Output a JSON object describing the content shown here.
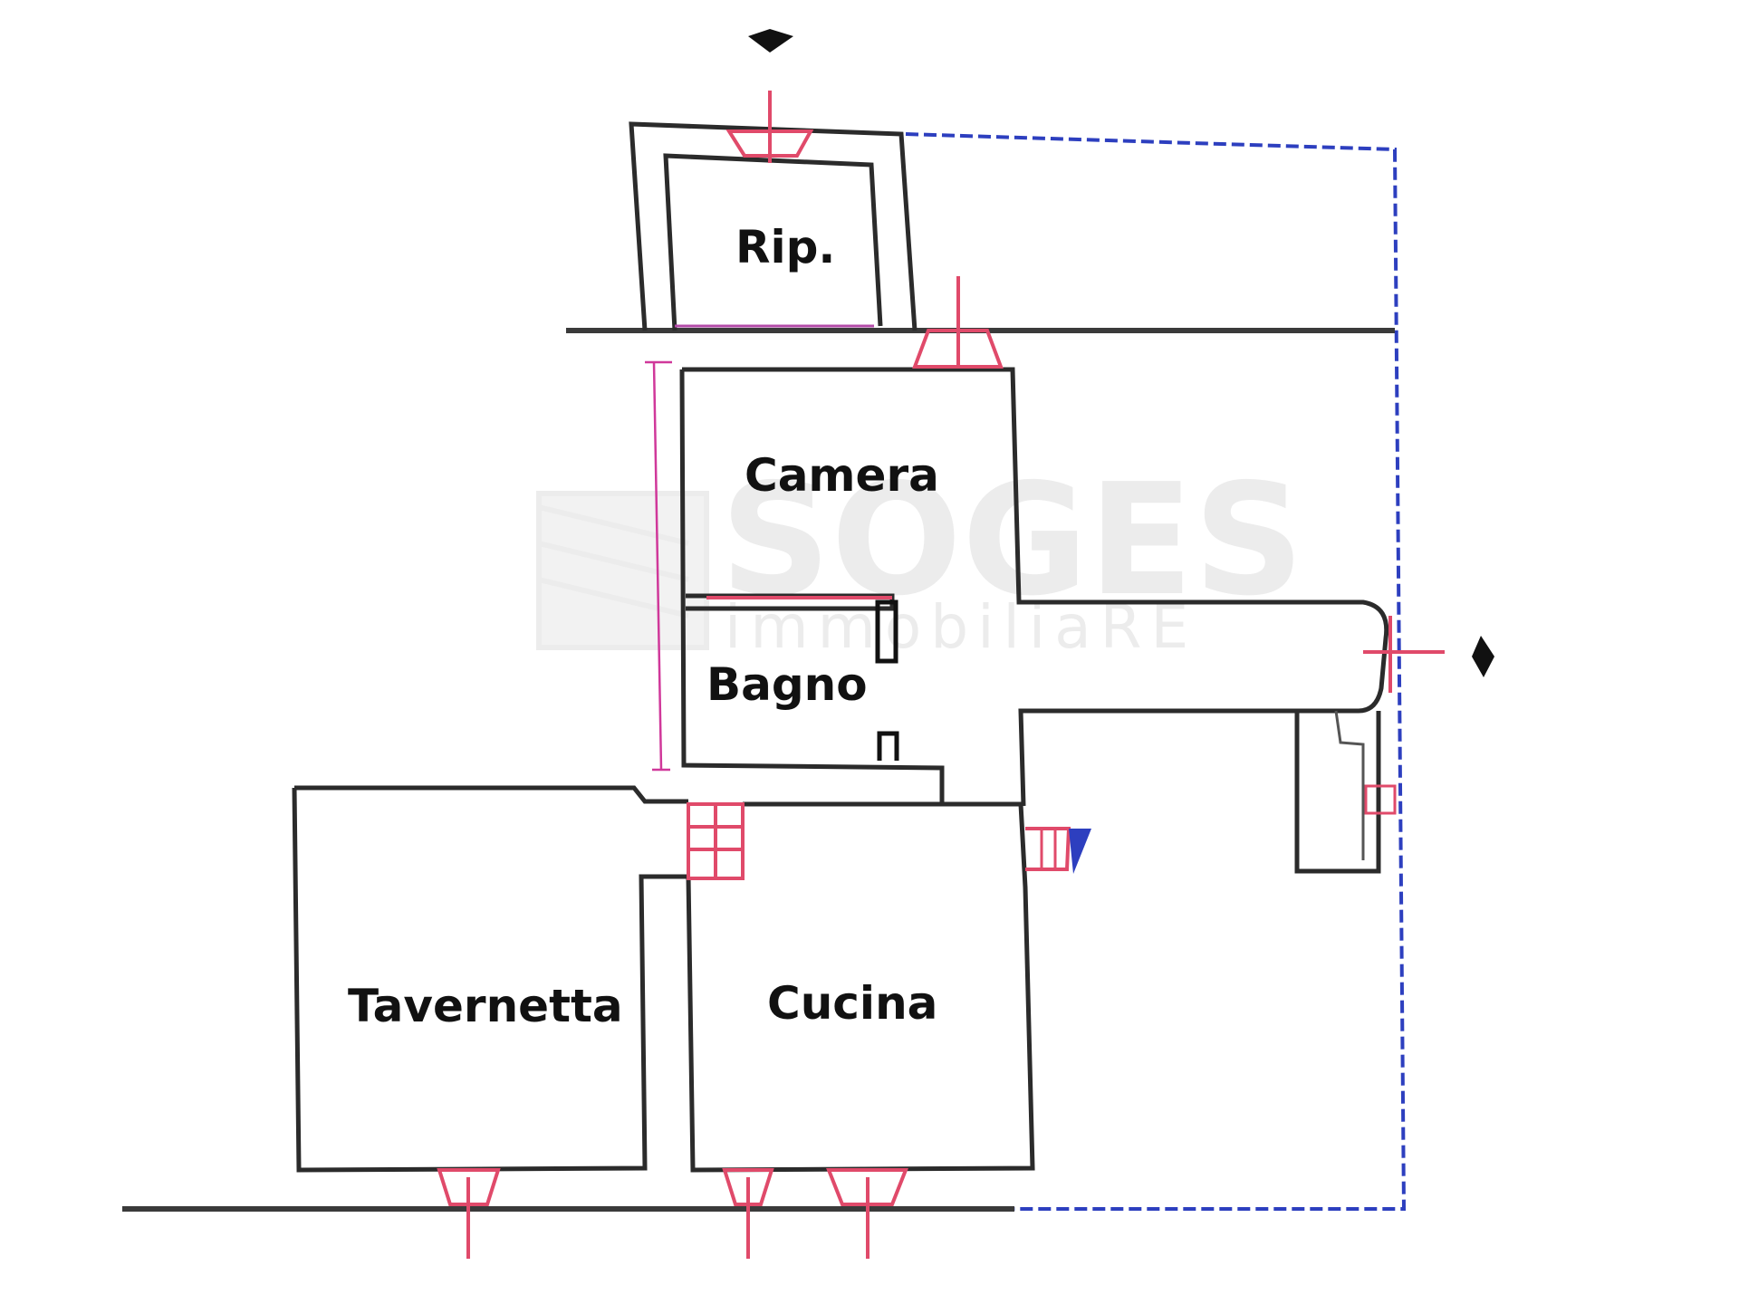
{
  "rooms": {
    "rip": "Rip.",
    "camera": "Camera",
    "bagno": "Bagno",
    "tavernetta": "Tavernetta",
    "cucina": "Cucina"
  },
  "watermark": {
    "brand": "SOGES",
    "tagline": "immobiliaRE"
  },
  "colors": {
    "walls": "#2b2b2b",
    "boundary": "#2d3fbf",
    "fixtures": "#e04a6a",
    "watermark": "#ececec"
  }
}
